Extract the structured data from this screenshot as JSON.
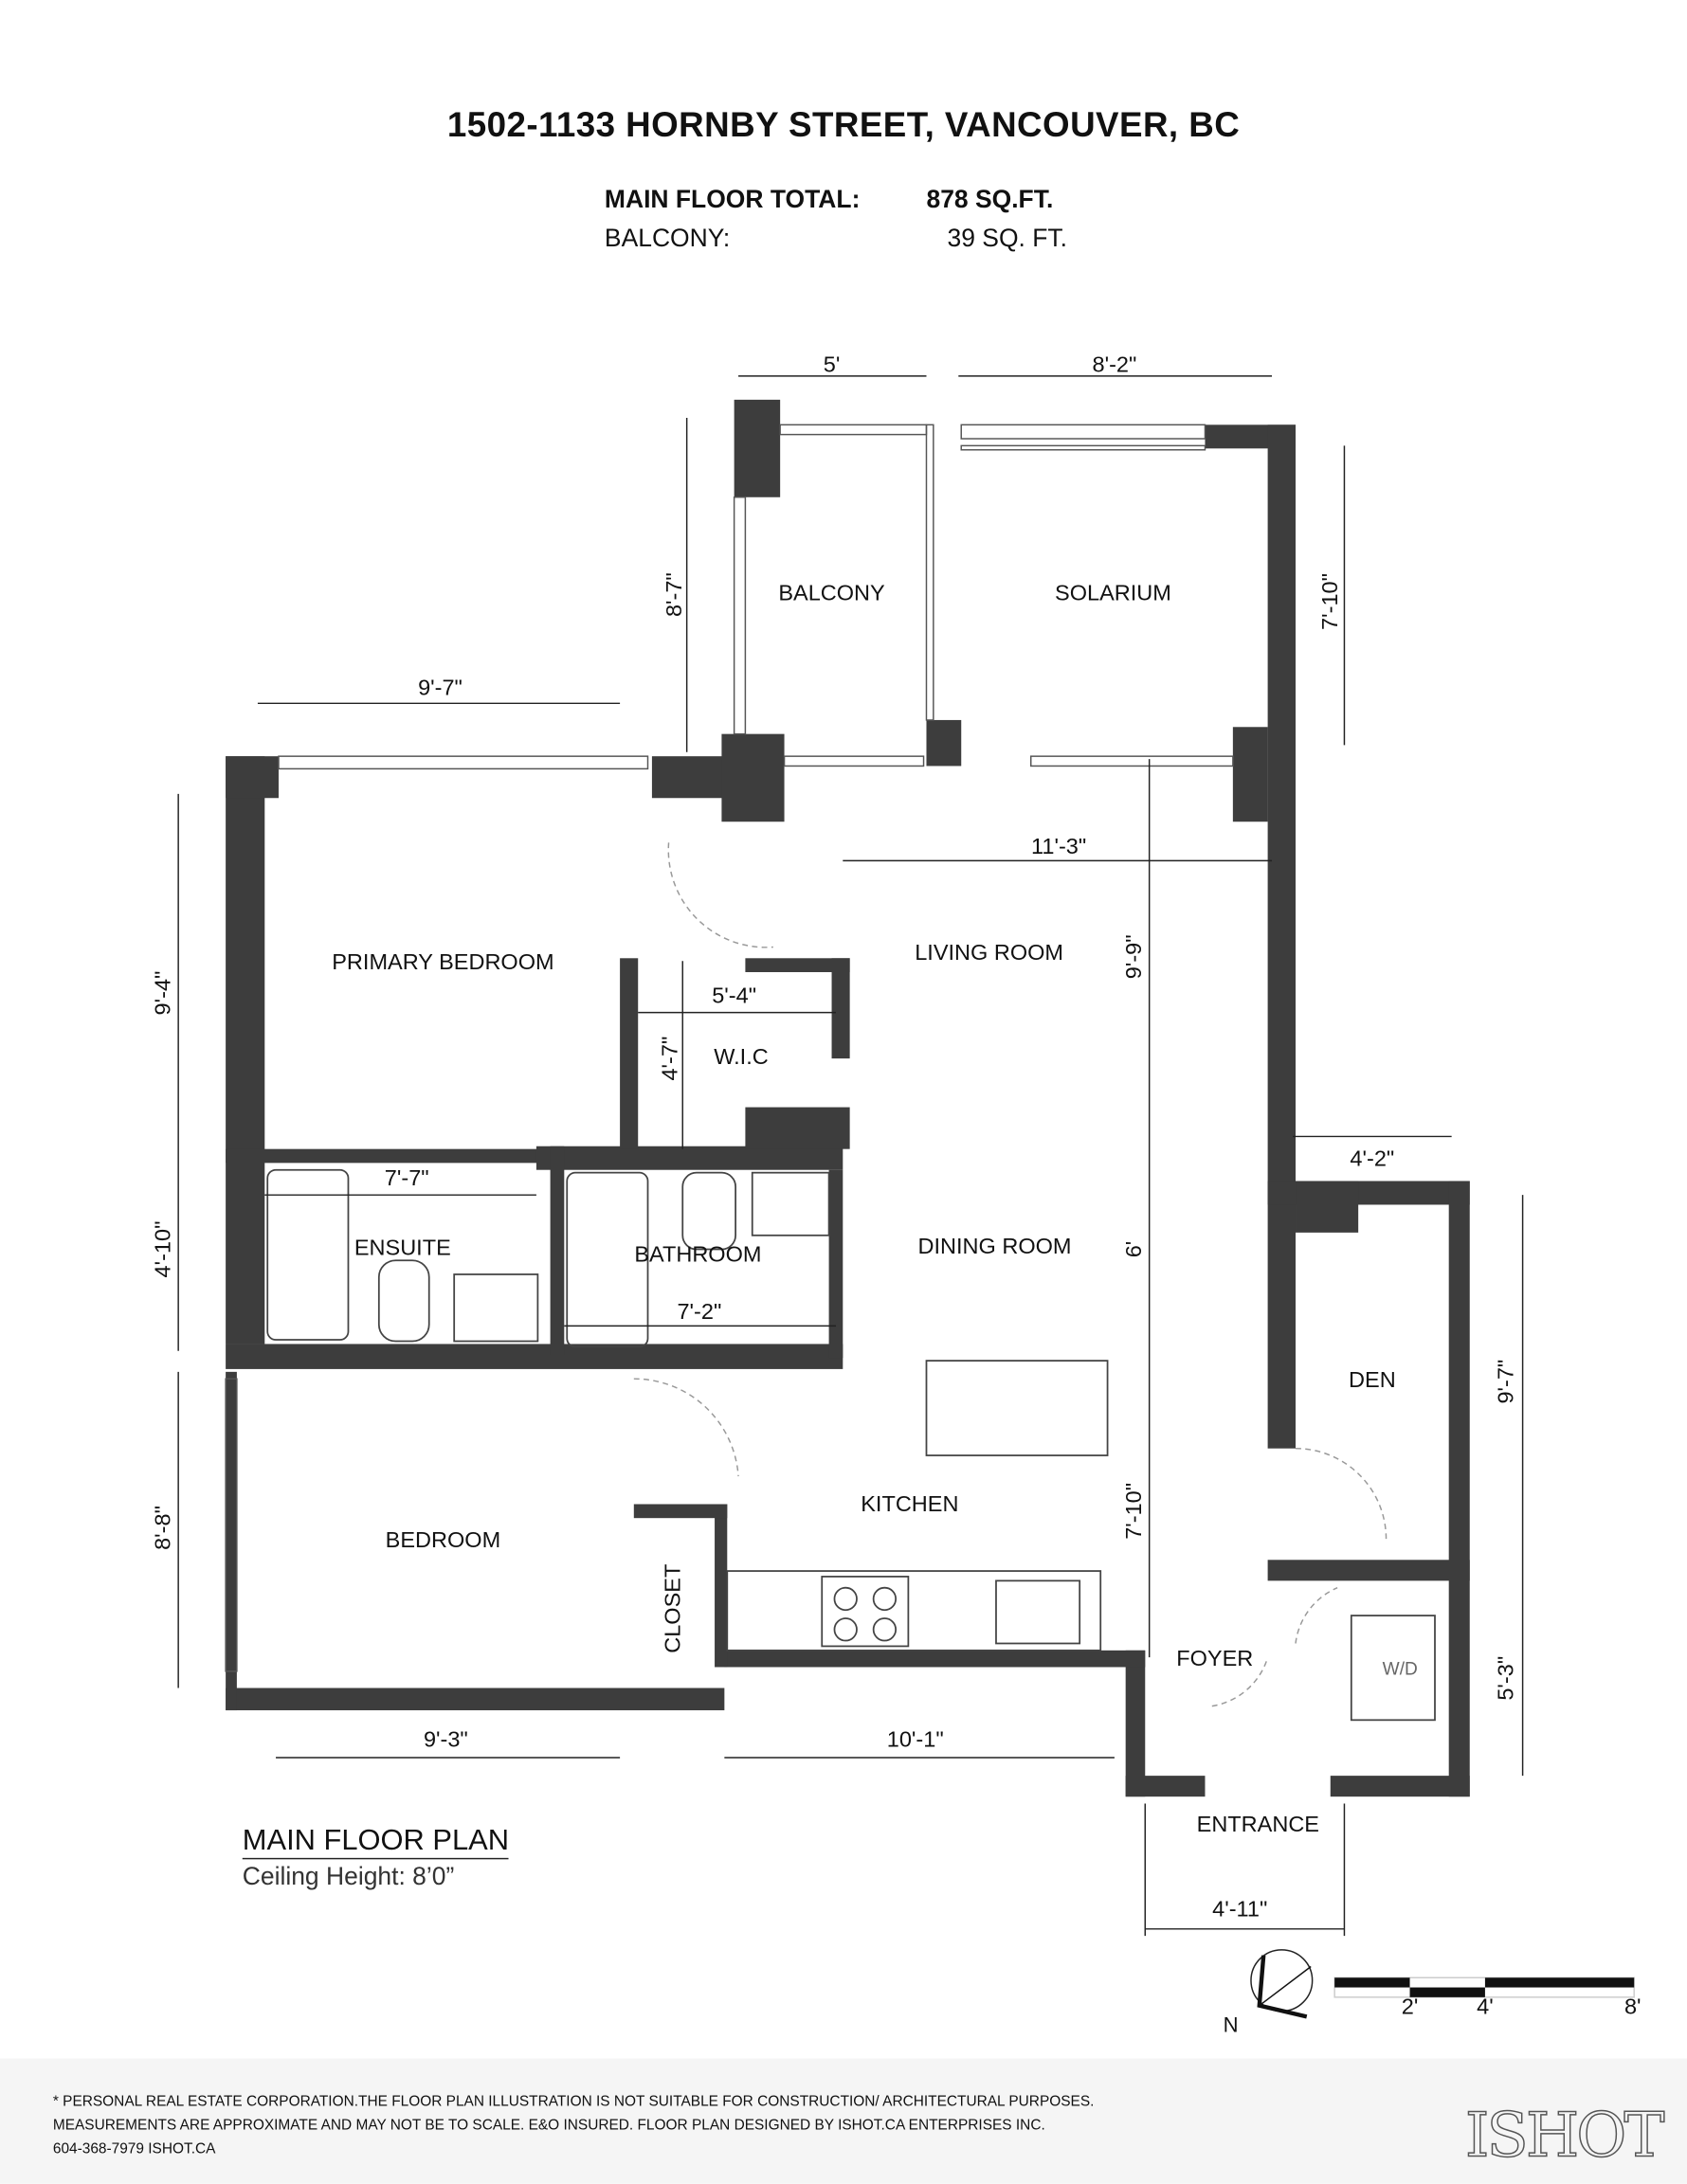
{
  "header": {
    "title": "1502-1133 HORNBY STREET, VANCOUVER, BC",
    "main_floor_label": "MAIN FLOOR TOTAL:",
    "main_floor_value": "878 SQ.FT.",
    "balcony_label": "BALCONY:",
    "balcony_value": "39 SQ. FT."
  },
  "rooms": {
    "balcony": "BALCONY",
    "solarium": "SOLARIUM",
    "primary_bedroom": "PRIMARY BEDROOM",
    "living_room": "LIVING ROOM",
    "wic": "W.I.C",
    "ensuite": "ENSUITE",
    "bathroom": "BATHROOM",
    "dining_room": "DINING ROOM",
    "den": "DEN",
    "bedroom": "BEDROOM",
    "kitchen": "KITCHEN",
    "closet": "CLOSET",
    "foyer": "FOYER",
    "wd": "W/D",
    "entrance": "ENTRANCE"
  },
  "dimensions": {
    "balcony_width": "5'",
    "solarium_width": "8'-2\"",
    "balcony_depth": "8'-7\"",
    "solarium_depth": "7'-10\"",
    "primary_width": "9'-7\"",
    "living_width": "11'-3\"",
    "primary_depth": "9'-4\"",
    "living_depth": "9'-9\"",
    "wic_width": "5'-4\"",
    "wic_depth": "4'-7\"",
    "ensuite_width": "7'-7\"",
    "den_width": "4'-2\"",
    "ensuite_depth": "4'-10\"",
    "dining_depth": "6'",
    "bathroom_width": "7'-2\"",
    "den_depth": "9'-7\"",
    "bedroom_depth": "8'-8\"",
    "kitchen_depth": "7'-10\"",
    "laundry_depth": "5'-3\"",
    "bedroom_width": "9'-3\"",
    "kitchen_width": "10'-1\"",
    "foyer_width": "4'-11\""
  },
  "plan": {
    "label": "MAIN FLOOR PLAN",
    "ceiling": "Ceiling Height: 8’0”"
  },
  "legend": {
    "north": "N",
    "scale_ticks": [
      "2'",
      "4'",
      "8'"
    ]
  },
  "footer": {
    "line1": "* PERSONAL REAL ESTATE CORPORATION.THE FLOOR PLAN ILLUSTRATION IS NOT SUITABLE FOR CONSTRUCTION/ ARCHITECTURAL PURPOSES.",
    "line2": "MEASUREMENTS ARE APPROXIMATE AND MAY NOT BE TO SCALE. E&O INSURED. FLOOR PLAN DESIGNED BY ISHOT.CA ENTERPRISES INC.",
    "line3": "604-368-7979  ISHOT.CA",
    "logo": "ISHOT"
  },
  "colors": {
    "wall": "#3d3d3d",
    "footer_bg": "#f5f5f5"
  }
}
